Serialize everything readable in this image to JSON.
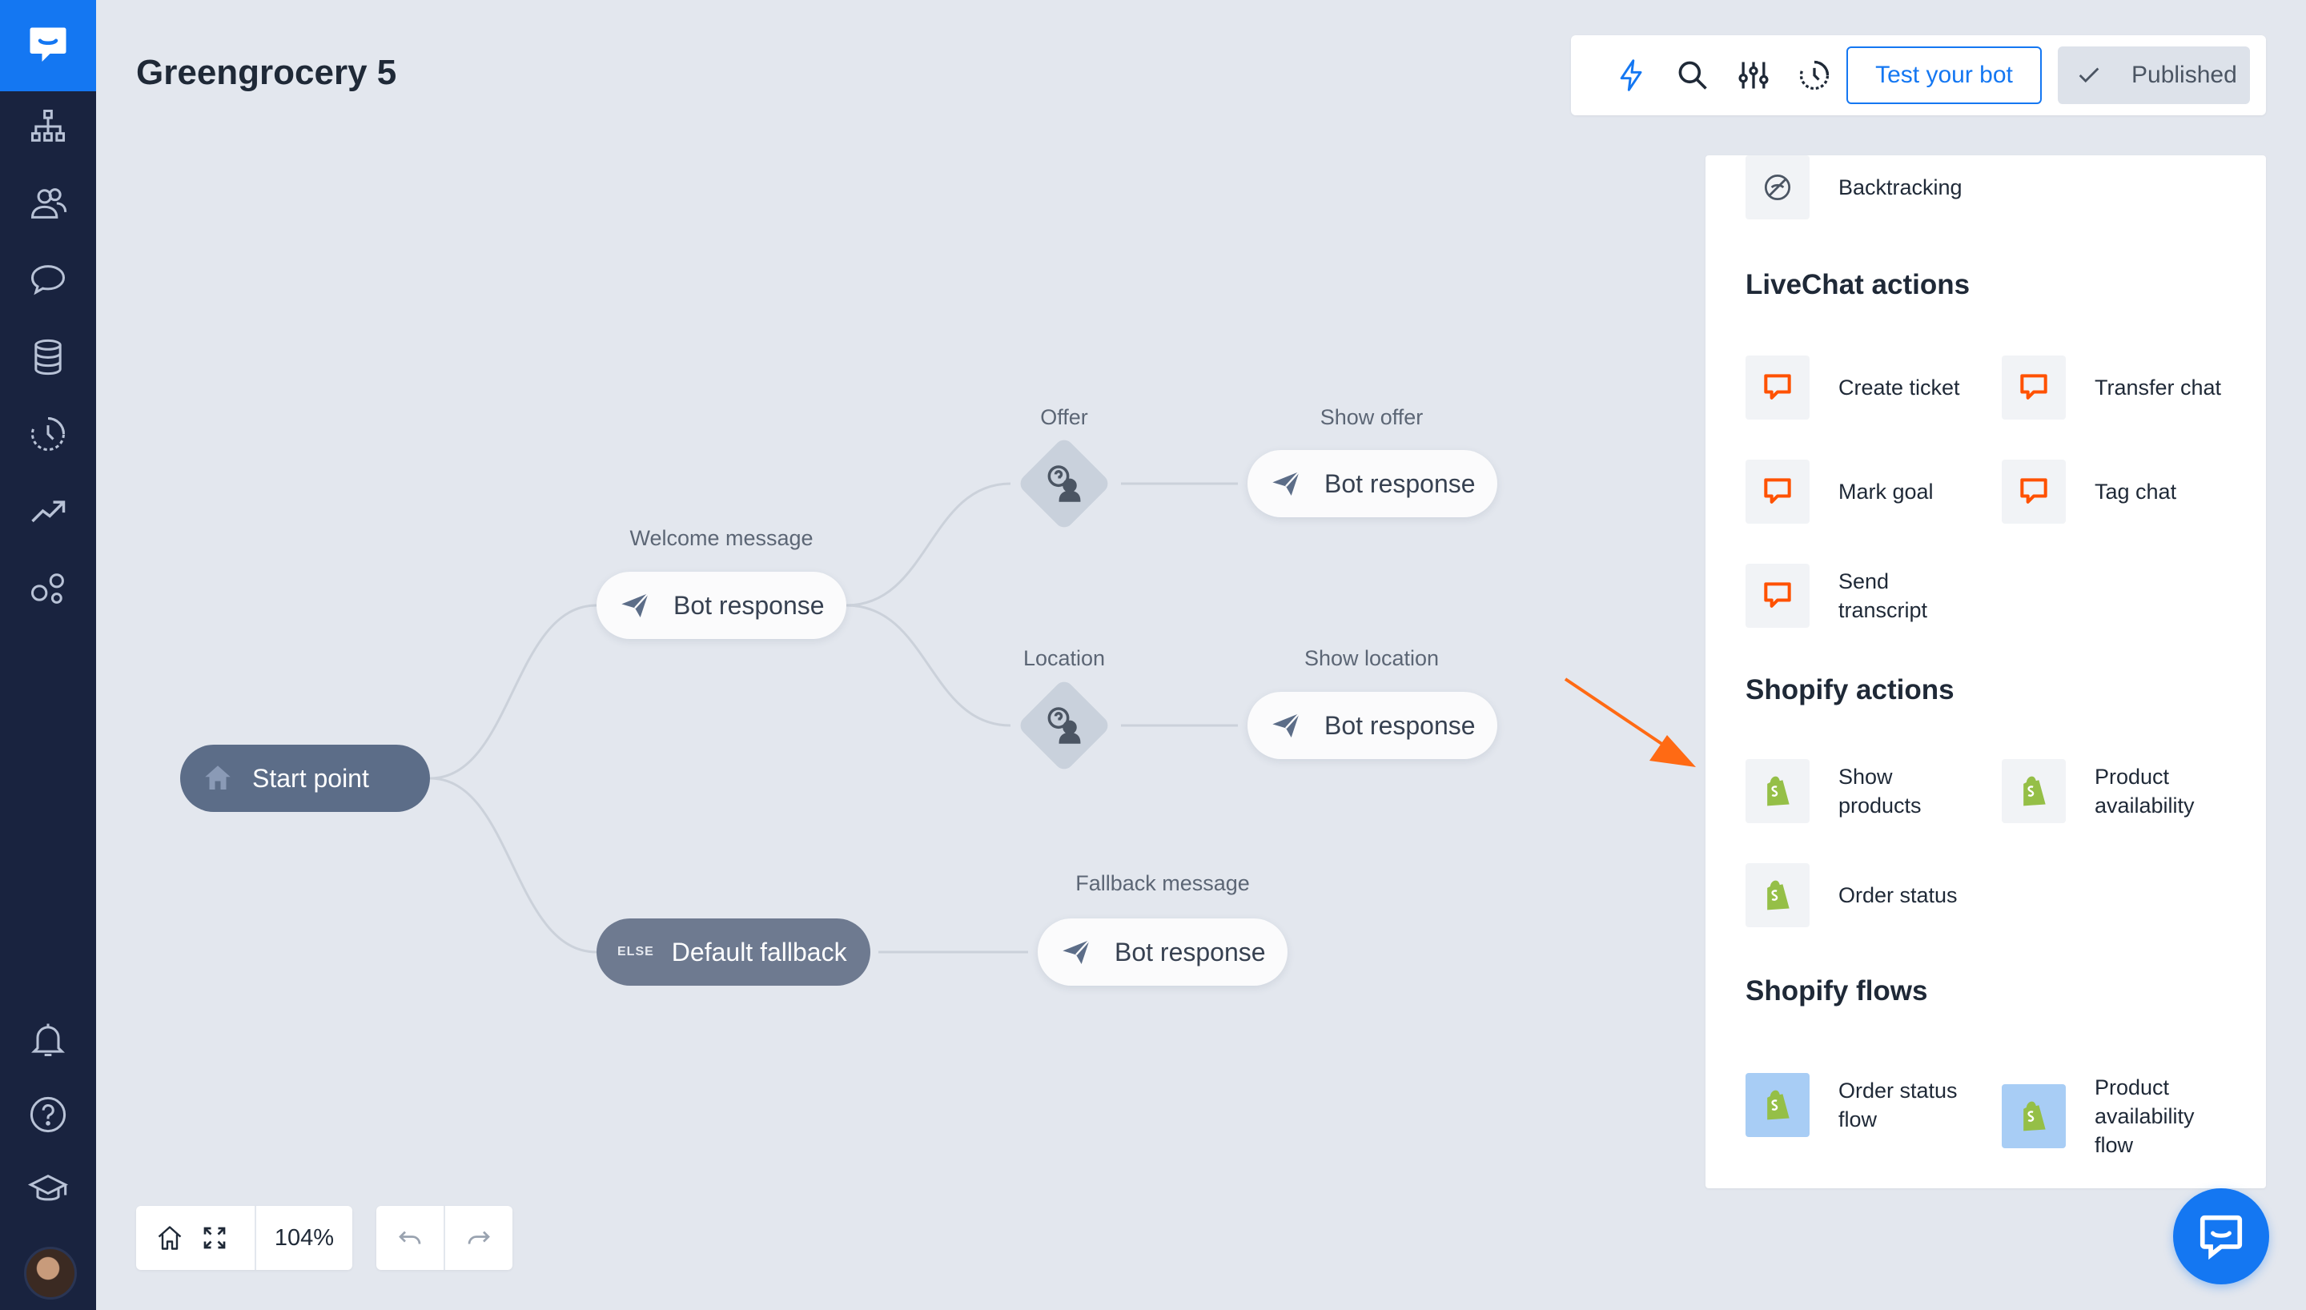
{
  "app": {
    "bot_name": "Greengrocery 5"
  },
  "sidebar": {
    "items": [
      {
        "icon": "sitemap-icon"
      },
      {
        "icon": "users-icon"
      },
      {
        "icon": "chat-bubble-icon"
      },
      {
        "icon": "database-icon"
      },
      {
        "icon": "history-icon"
      },
      {
        "icon": "trending-up-icon"
      },
      {
        "icon": "integrations-icon"
      }
    ],
    "bottom_items": [
      {
        "icon": "bell-icon"
      },
      {
        "icon": "help-icon"
      },
      {
        "icon": "graduation-cap-icon"
      }
    ]
  },
  "toolbar": {
    "icons": [
      "lightning-icon",
      "search-icon",
      "sliders-icon",
      "history-icon"
    ],
    "test_label": "Test your bot",
    "published_label": "Published",
    "accent": "#1477f2"
  },
  "flow": {
    "start": {
      "label": "Start point"
    },
    "welcome": {
      "title": "Welcome message",
      "label": "Bot response"
    },
    "offer": {
      "title": "Offer"
    },
    "location": {
      "title": "Location"
    },
    "show_offer": {
      "title": "Show offer",
      "label": "Bot response"
    },
    "show_location": {
      "title": "Show location",
      "label": "Bot response"
    },
    "fallback": {
      "tag": "ELSE",
      "label": "Default fallback"
    },
    "fallback_message": {
      "title": "Fallback message",
      "label": "Bot response"
    }
  },
  "panel": {
    "backtracking": "Backtracking",
    "livechat": {
      "title": "LiveChat actions",
      "items": [
        "Create ticket",
        "Transfer chat",
        "Mark goal",
        "Tag chat",
        "Send transcript"
      ],
      "color": "#ff5100"
    },
    "shopify_actions": {
      "title": "Shopify actions",
      "items": [
        "Show products",
        "Product availability",
        "Order status"
      ],
      "color": "#95bf47"
    },
    "shopify_flows": {
      "title": "Shopify flows",
      "items": [
        "Order status flow",
        "Product availability flow"
      ]
    }
  },
  "controls": {
    "zoom": "104%"
  }
}
